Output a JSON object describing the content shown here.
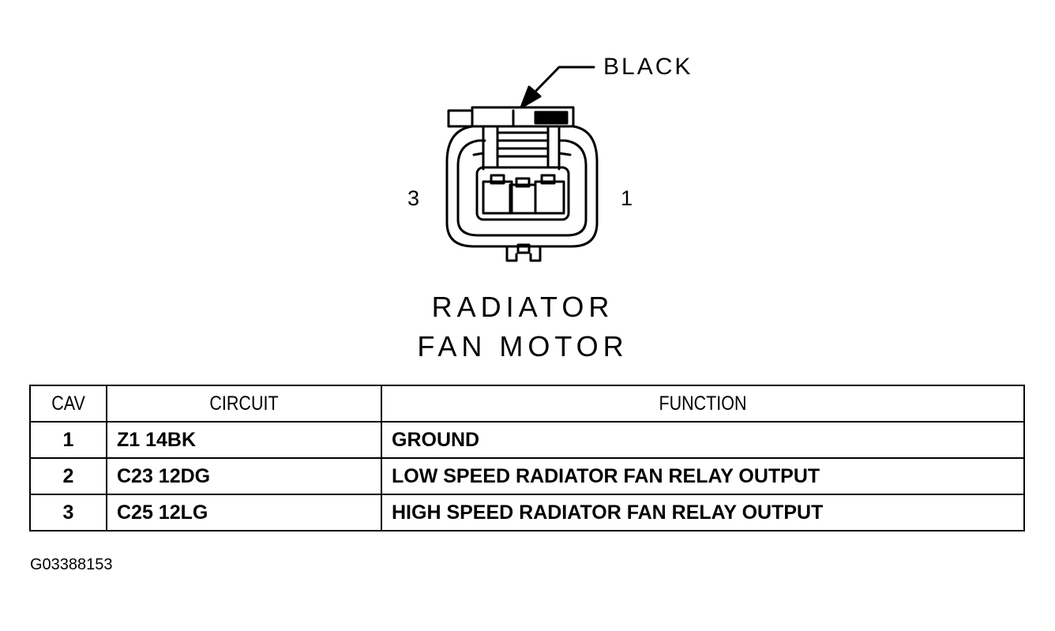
{
  "diagram": {
    "callout_label": "BLACK",
    "pin_left_label": "3",
    "pin_right_label": "1",
    "title_line_1": "RADIATOR",
    "title_line_2": "FAN MOTOR"
  },
  "table": {
    "headers": [
      "CAV",
      "CIRCUIT",
      "FUNCTION"
    ],
    "rows": [
      {
        "cav": "1",
        "circuit": "Z1 14BK",
        "function": "GROUND"
      },
      {
        "cav": "2",
        "circuit": "C23 12DG",
        "function": "LOW SPEED RADIATOR FAN RELAY OUTPUT"
      },
      {
        "cav": "3",
        "circuit": "C25 12LG",
        "function": "HIGH SPEED RADIATOR FAN RELAY OUTPUT"
      }
    ]
  },
  "footer": {
    "code": "G03388153"
  }
}
